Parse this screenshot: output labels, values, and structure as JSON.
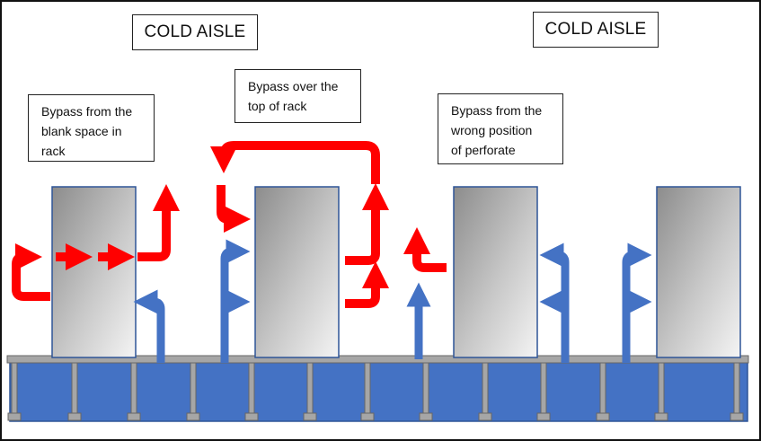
{
  "labels": {
    "cold_aisle_left": "COLD AISLE",
    "cold_aisle_right": "COLD AISLE"
  },
  "notes": {
    "blank_space": [
      "Bypass from the",
      "blank space in",
      "rack"
    ],
    "over_top": [
      "Bypass over the",
      "top of rack"
    ],
    "wrong_position": [
      "Bypass from the",
      "wrong position",
      "of perforate"
    ]
  },
  "colors": {
    "hot_air": "#ff0000",
    "cold_air": "#4472c4",
    "floor": "#4472c4",
    "rack_border": "#2f5597"
  }
}
